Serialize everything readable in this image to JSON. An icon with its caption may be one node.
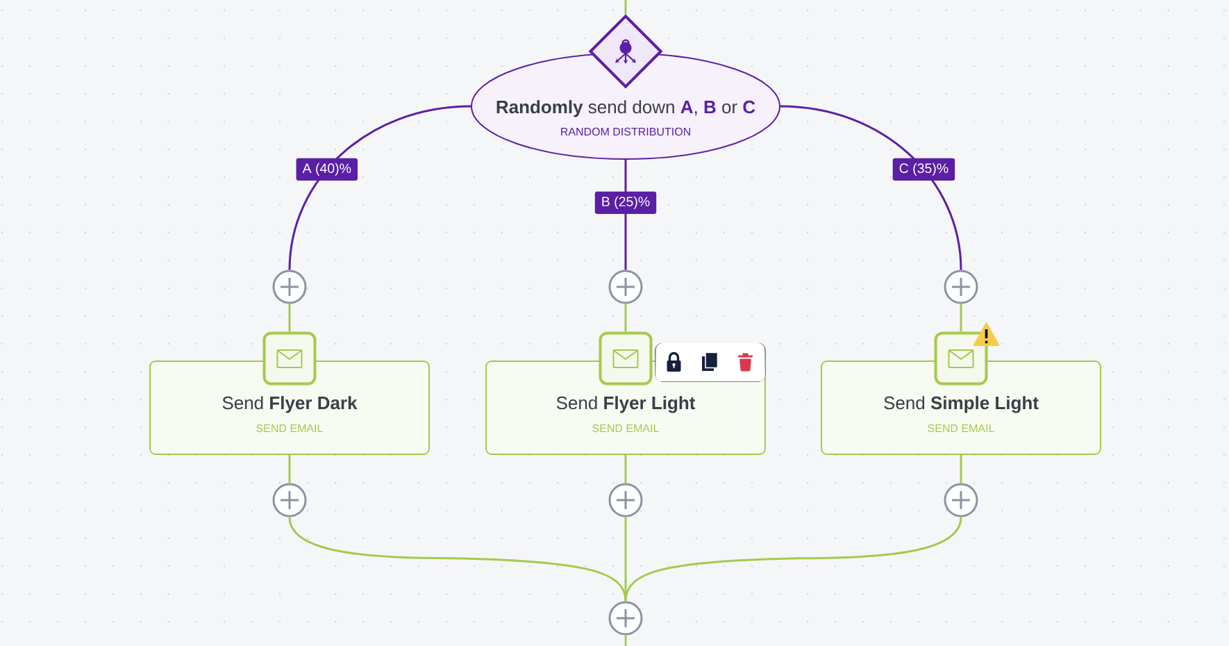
{
  "diagram": {
    "nodes": [
      {
        "text": [],
        "shape": "diamond"
      },
      {
        "text": [
          "**Randomly** send down **A**, **B** or **C**",
          "RANDOM DISTRIBUTION"
        ]
      },
      {
        "text": [],
        "shape": "circle"
      },
      {
        "text": [],
        "shape": "circle"
      },
      {
        "text": [],
        "shape": "circle"
      },
      {
        "text": [],
        "shape": "box"
      },
      {
        "text": [],
        "shape": "box"
      },
      {
        "text": [],
        "shape": "box"
      },
      {
        "text": [
          "Send **Flyer Dark**",
          "SEND EMAIL"
        ]
      },
      {
        "text": [
          "Send **Flyer Light**",
          "SEND EMAIL"
        ]
      },
      {
        "text": [
          "Send **Simple Light**",
          "SEND EMAIL"
        ]
      },
      {
        "text": [],
        "shape": "circle"
      },
      {
        "text": [],
        "shape": "circle"
      },
      {
        "text": [],
        "shape": "circle"
      },
      {
        "text": [],
        "shape": "circle"
      }
    ],
    "edges": [
      {
        "from": null,
        "to": 0,
        "arrow": "none"
      },
      {
        "from": 1,
        "to": 2,
        "arrow": "none",
        "label": "A (40)%",
        "color": "#5b1fa6"
      },
      {
        "from": 1,
        "to": 3,
        "arrow": "none",
        "label": "B (25)%",
        "color": "#5b1fa6"
      },
      {
        "from": 1,
        "to": 4,
        "arrow": "none",
        "label": "C (35)%",
        "color": "#5b1fa6"
      },
      {
        "from": 2,
        "to": 5,
        "arrow": "none"
      },
      {
        "from": 3,
        "to": 6,
        "arrow": "none"
      },
      {
        "from": 4,
        "to": 7,
        "arrow": "none"
      },
      {
        "from": 8,
        "to": 11,
        "arrow": "none"
      },
      {
        "from": 9,
        "to": 12,
        "arrow": "none"
      },
      {
        "from": 10,
        "to": 13,
        "arrow": "none"
      },
      {
        "from": 11,
        "to": 14,
        "arrow": "none"
      },
      {
        "from": 12,
        "to": 14,
        "arrow": "none"
      },
      {
        "from": 13,
        "to": 14,
        "arrow": "none"
      },
      {
        "from": 14,
        "to": null,
        "arrow": "none"
      }
    ]
  }
}
